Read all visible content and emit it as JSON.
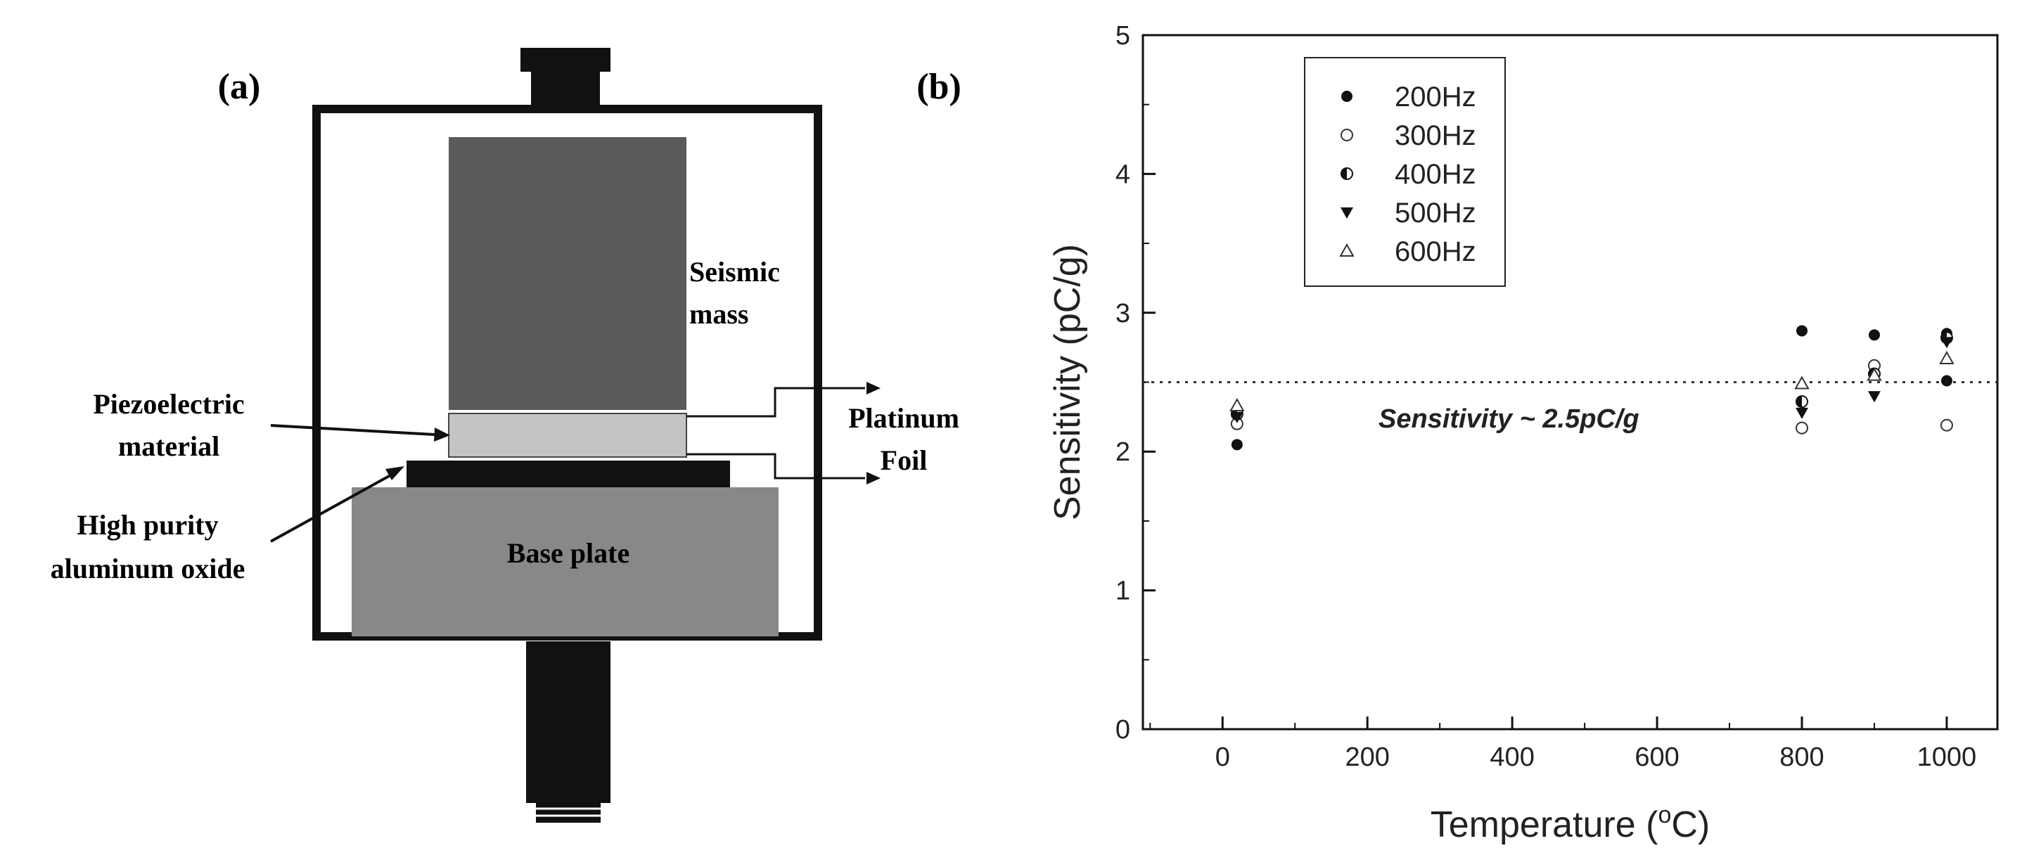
{
  "panel_a": {
    "label": "(a)",
    "parts": {
      "seismic_mass_line1": "Seismic",
      "seismic_mass_line2": "mass",
      "piezo_line1": "Piezoelectric",
      "piezo_line2": "material",
      "platinum_line1": "Platinum",
      "platinum_line2": "Foil",
      "alumina_line1": "High purity",
      "alumina_line2": "aluminum oxide",
      "base_plate": "Base plate"
    }
  },
  "panel_b": {
    "label": "(b)",
    "annotation": "Sensitivity ~ 2.5pC/g"
  },
  "chart_data": {
    "type": "scatter",
    "xlabel_main": "Temperature (",
    "xlabel_sup": "o",
    "xlabel_end": "C)",
    "ylabel": "Sensitivity (pC/g)",
    "xlim": [
      -110,
      1070
    ],
    "ylim": [
      0,
      5
    ],
    "xticks": [
      0,
      200,
      400,
      600,
      800,
      1000
    ],
    "yticks": [
      0,
      1,
      2,
      3,
      4,
      5
    ],
    "reference_line": {
      "y": 2.5,
      "style": "dotted"
    },
    "legend_position": "top-left",
    "series": [
      {
        "name": "200Hz",
        "marker": "filled-circle",
        "points": [
          [
            20,
            2.05
          ],
          [
            800,
            2.87
          ],
          [
            900,
            2.84
          ],
          [
            1000,
            2.85
          ],
          [
            1000,
            2.51
          ]
        ]
      },
      {
        "name": "300Hz",
        "marker": "open-circle",
        "points": [
          [
            20,
            2.2
          ],
          [
            800,
            2.17
          ],
          [
            900,
            2.62
          ],
          [
            1000,
            2.19
          ]
        ]
      },
      {
        "name": "400Hz",
        "marker": "half-filled-circle",
        "points": [
          [
            20,
            2.27
          ],
          [
            800,
            2.36
          ],
          [
            900,
            2.56
          ],
          [
            1000,
            2.82
          ]
        ]
      },
      {
        "name": "500Hz",
        "marker": "filled-triangle-down",
        "points": [
          [
            20,
            2.25
          ],
          [
            800,
            2.28
          ],
          [
            900,
            2.4
          ],
          [
            1000,
            2.79
          ]
        ]
      },
      {
        "name": "600Hz",
        "marker": "open-triangle-up",
        "points": [
          [
            20,
            2.33
          ],
          [
            800,
            2.49
          ],
          [
            900,
            2.55
          ],
          [
            1000,
            2.67
          ]
        ]
      }
    ]
  }
}
